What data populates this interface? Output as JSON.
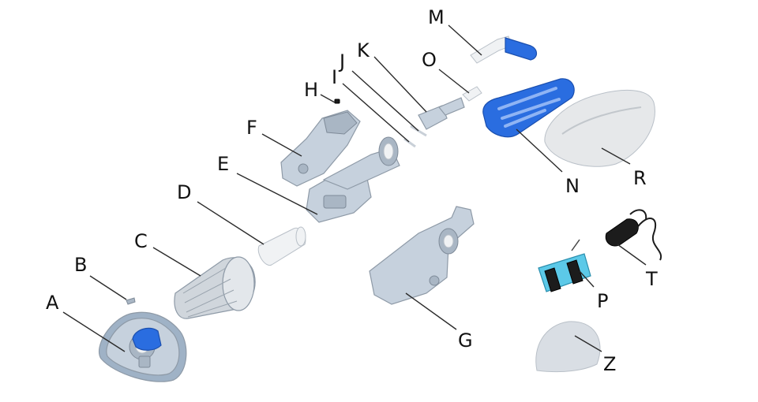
{
  "parts": [
    {
      "id": "A",
      "label": "A"
    },
    {
      "id": "B",
      "label": "B"
    },
    {
      "id": "C",
      "label": "C"
    },
    {
      "id": "D",
      "label": "D"
    },
    {
      "id": "E",
      "label": "E"
    },
    {
      "id": "F",
      "label": "F"
    },
    {
      "id": "G",
      "label": "G"
    },
    {
      "id": "H",
      "label": "H"
    },
    {
      "id": "I",
      "label": "I"
    },
    {
      "id": "J",
      "label": "J"
    },
    {
      "id": "K",
      "label": "K"
    },
    {
      "id": "M",
      "label": "M"
    },
    {
      "id": "N",
      "label": "N"
    },
    {
      "id": "O",
      "label": "O"
    },
    {
      "id": "P",
      "label": "P"
    },
    {
      "id": "R",
      "label": "R"
    },
    {
      "id": "T",
      "label": "T"
    },
    {
      "id": "Z",
      "label": "Z"
    }
  ]
}
